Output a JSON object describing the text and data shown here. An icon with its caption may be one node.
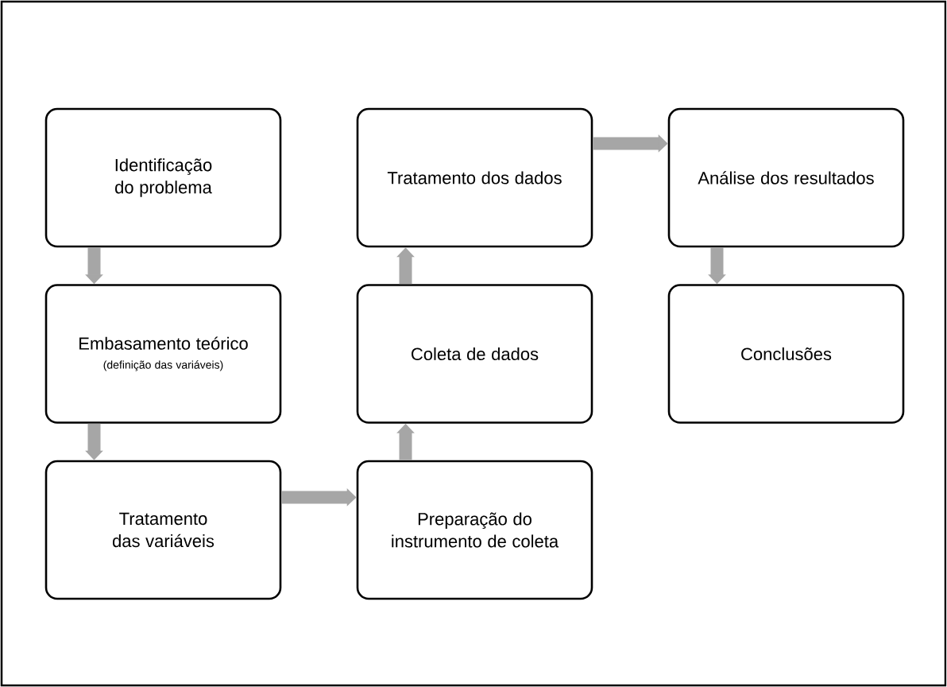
{
  "diagram": {
    "nodes": [
      {
        "text": [
          "Identificação do problema"
        ]
      },
      {
        "text": [
          "Embasamento teórico",
          "(definição das variáveis)"
        ]
      },
      {
        "text": [
          "Tratamento das variáveis"
        ]
      },
      {
        "text": [
          "Preparação do instrumento de coleta"
        ]
      },
      {
        "text": [
          "Coleta de dados"
        ]
      },
      {
        "text": [
          "Tratamento dos dados"
        ]
      },
      {
        "text": [
          "Análise dos resultados"
        ]
      },
      {
        "text": [
          "Conclusões"
        ]
      }
    ],
    "edges": [
      {
        "from": 0,
        "to": 1,
        "arrow": "to"
      },
      {
        "from": 1,
        "to": 2,
        "arrow": "to"
      },
      {
        "from": 2,
        "to": 3,
        "arrow": "to"
      },
      {
        "from": 3,
        "to": 4,
        "arrow": "to"
      },
      {
        "from": 4,
        "to": 5,
        "arrow": "to"
      },
      {
        "from": 5,
        "to": 6,
        "arrow": "to"
      },
      {
        "from": 6,
        "to": 7,
        "arrow": "to"
      }
    ]
  }
}
